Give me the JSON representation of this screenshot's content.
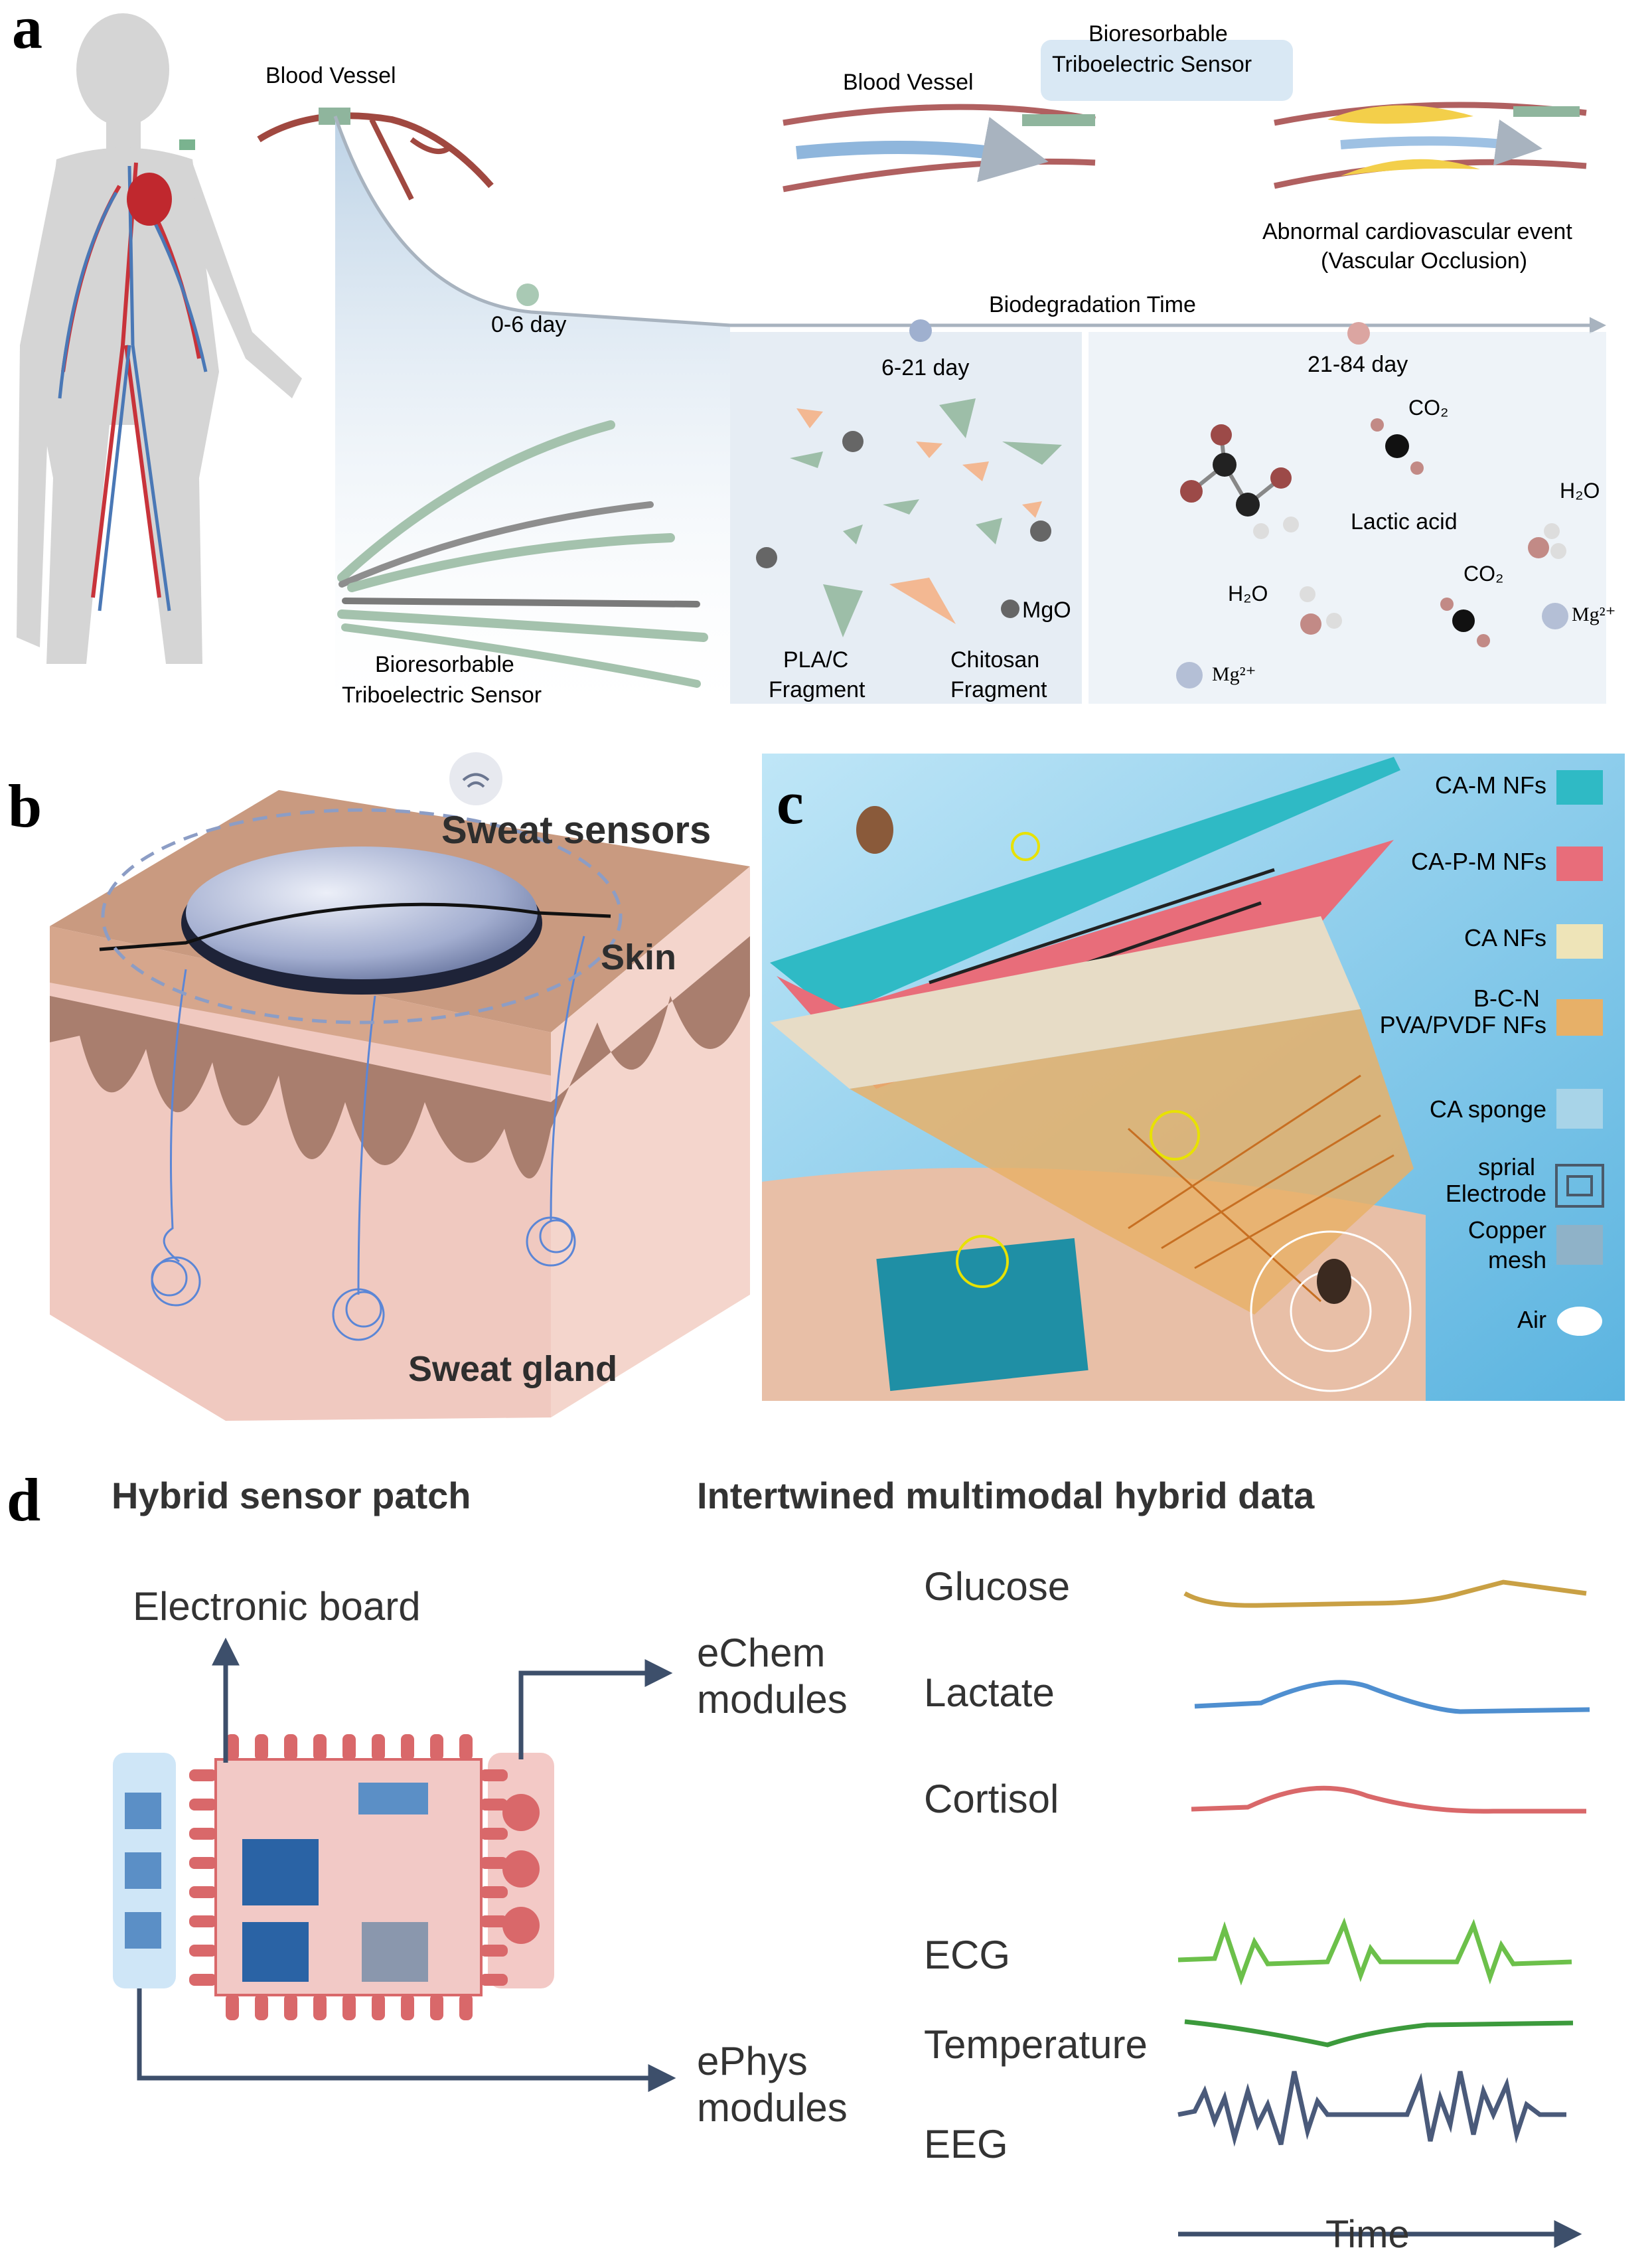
{
  "panels": {
    "a": {
      "letter": "a",
      "blood_vessel_left": "Blood Vessel",
      "blood_vessel_right": "Blood Vessel",
      "sensor_callout_l1": "Bioresorbable",
      "sensor_callout_l2": "Triboelectric Sensor",
      "abnormal_l1": "Abnormal cardiovascular event",
      "abnormal_l2": "(Vascular Occlusion)",
      "timeline_label": "Biodegradation Time",
      "stage1": "0-6 day",
      "stage2": "6-21 day",
      "stage3": "21-84 day",
      "sensor_l1": "Bioresorbable",
      "sensor_l2": "Triboelectric Sensor",
      "pla_l1": "PLA/C",
      "pla_l2": "Fragment",
      "chitosan_l1": "Chitosan",
      "chitosan_l2": "Fragment",
      "mgo": "MgO",
      "co2_a": "CO₂",
      "co2_b": "CO₂",
      "lactic": "Lactic acid",
      "h2o_a": "H₂O",
      "h2o_b": "H₂O",
      "mg_a": "Mg²⁺",
      "mg_b": "Mg²⁺"
    },
    "b": {
      "letter": "b",
      "sweat_sensors": "Sweat sensors",
      "skin": "Skin",
      "sweat_gland": "Sweat gland"
    },
    "c": {
      "letter": "c",
      "legend": [
        {
          "l1": "CA-M NFs",
          "l2": ""
        },
        {
          "l1": "CA-P-M NFs",
          "l2": ""
        },
        {
          "l1": "CA NFs",
          "l2": ""
        },
        {
          "l1": "B-C-N",
          "l2": "PVA/PVDF NFs"
        },
        {
          "l1": "CA sponge",
          "l2": ""
        },
        {
          "l1": "sprial",
          "l2": "Electrode"
        },
        {
          "l1": "Copper",
          "l2": "mesh"
        },
        {
          "l1": "Air",
          "l2": ""
        }
      ]
    },
    "d": {
      "letter": "d",
      "heading_left": "Hybrid sensor patch",
      "heading_right": "Intertwined multimodal  hybrid data",
      "electronic_board": "Electronic board",
      "echem_l1": "eChem",
      "echem_l2": "modules",
      "ephys_l1": "ePhys",
      "ephys_l2": "modules",
      "signals": [
        "Glucose",
        "Lactate",
        "Cortisol",
        "ECG",
        "Temperature",
        "EEG"
      ],
      "time_label": "Time",
      "colors": {
        "glucose": "#c9a044",
        "lactate": "#4f8fd0",
        "cortisol": "#d9686a",
        "ecg": "#6cc04a",
        "temperature": "#3c9a3c",
        "eeg": "#4a5a7a",
        "arrow": "#3d4f6b"
      }
    }
  }
}
